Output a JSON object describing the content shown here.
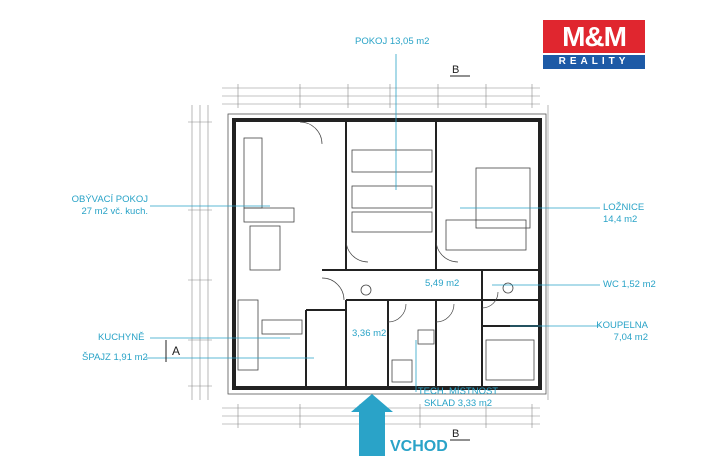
{
  "logo": {
    "top": "M&M",
    "bottom": "REALITY",
    "red": "#e0262f",
    "blue": "#1d5aa6"
  },
  "labels": {
    "pokoj": "POKOJ 13,05 m2",
    "obyvaci_line1": "OBÝVACÍ POKOJ",
    "obyvaci_line2": "27 m2  vč. kuch.",
    "loznice_line1": "LOŽNICE",
    "loznice_line2": "14,4 m2",
    "hall": "5,49 m2",
    "wc": "WC 1,52 m2",
    "kuchyne": "KUCHYNĚ",
    "corridor": "3,36 m2",
    "koupelna_line1": "KOUPELNA",
    "koupelna_line2": "7,04 m2",
    "spajz": "ŠPAJZ  1,91 m2",
    "tech_line1": "TECH. MÍSTNOST",
    "tech_line2": "SKLAD 3,33 m2",
    "vchod": "VCHOD"
  },
  "section_marks": {
    "a": "A",
    "b_top": "B",
    "b_bottom": "B"
  },
  "colors": {
    "label": "#29a3c7",
    "arrow": "#2aa3c8",
    "walls": "#222222"
  }
}
